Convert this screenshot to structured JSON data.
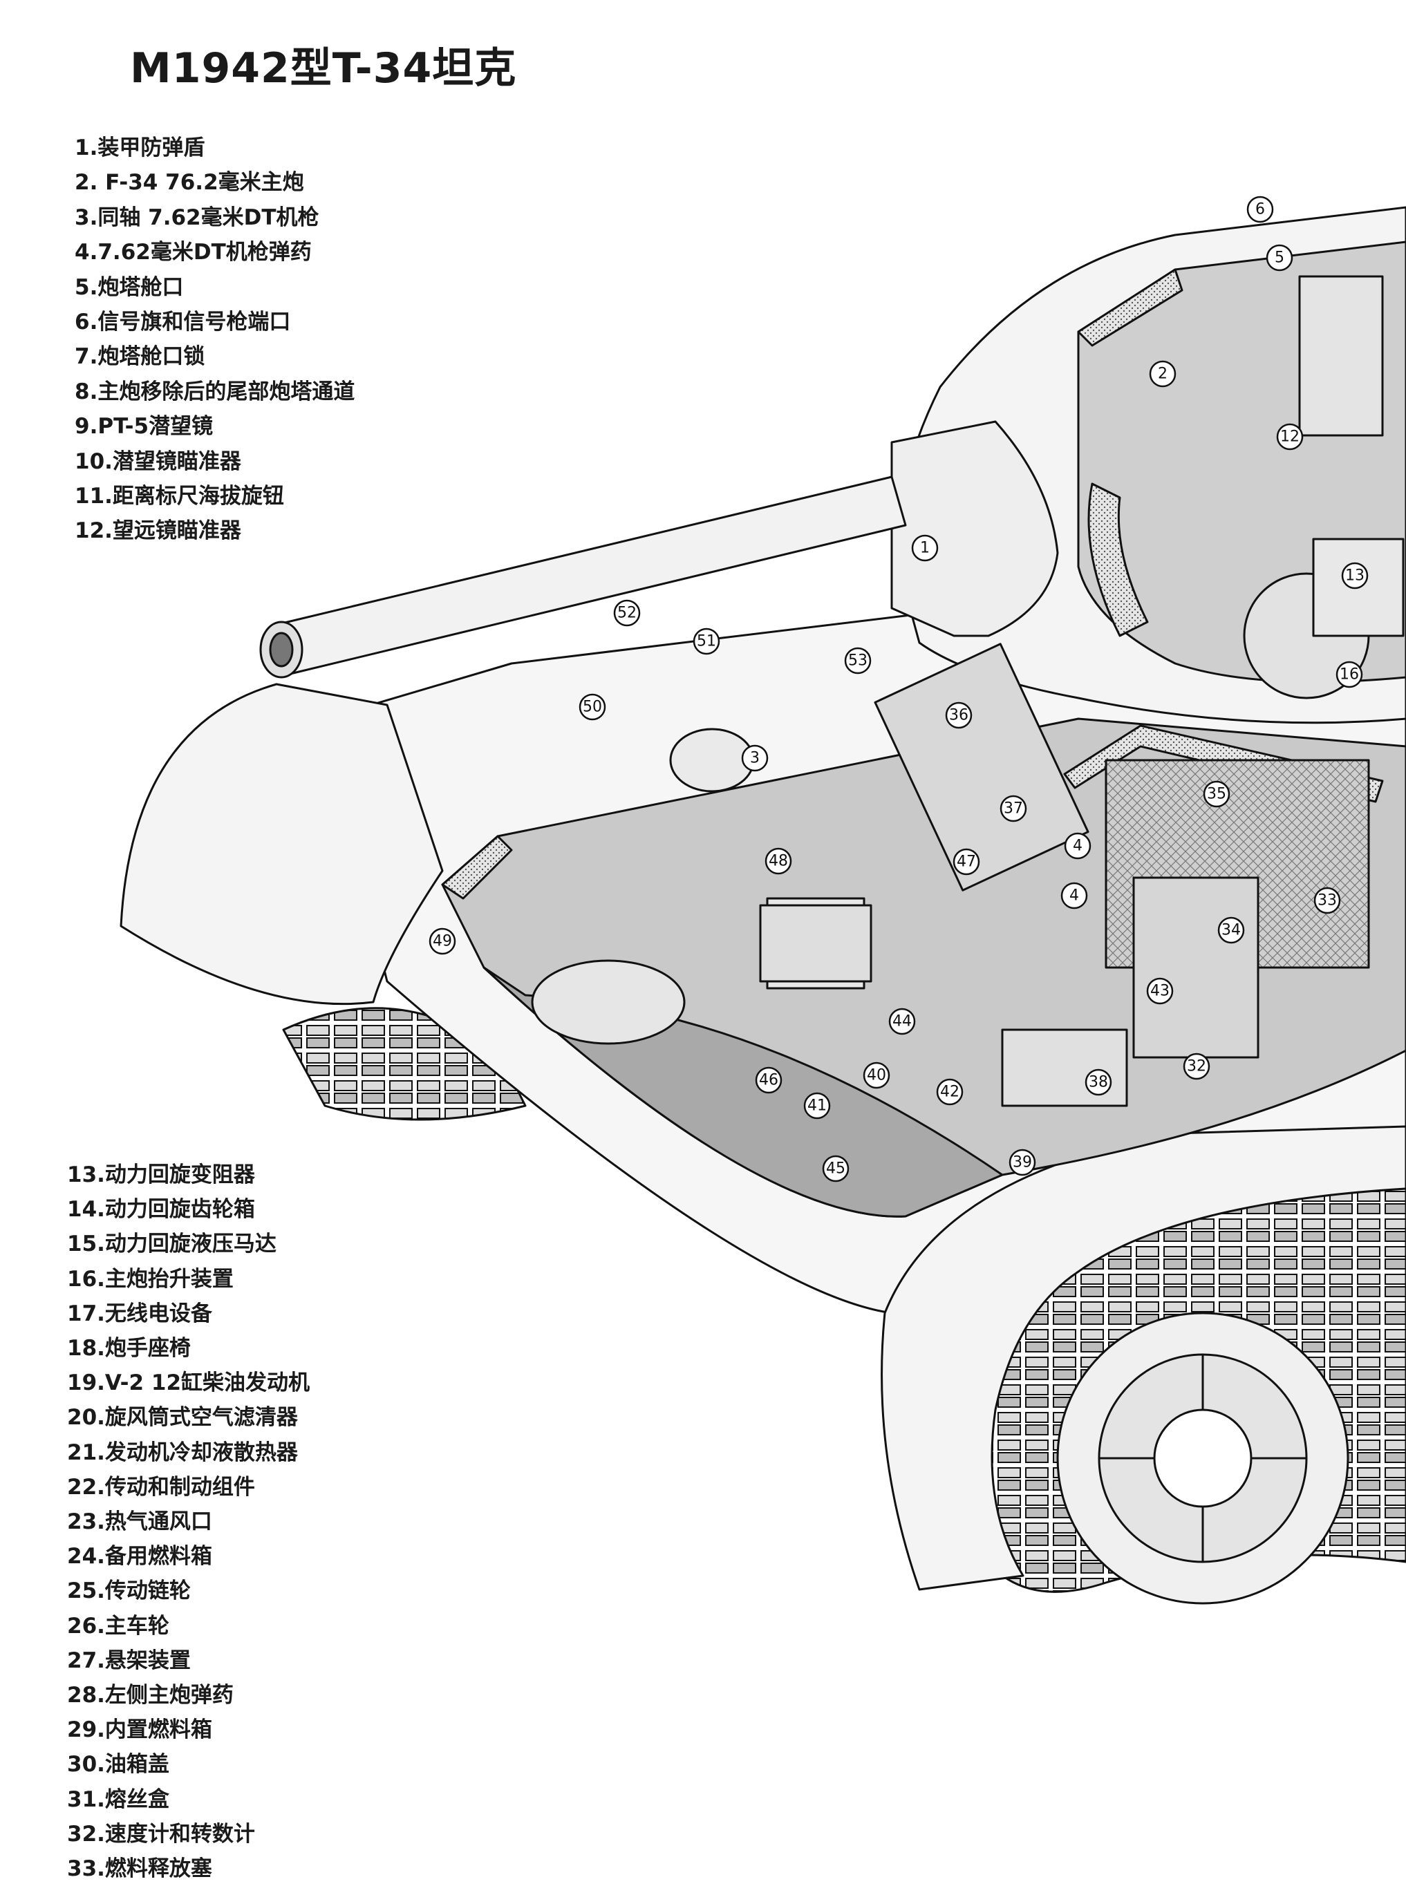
{
  "title": "M1942型T-34坦克",
  "legend_top": [
    "1.装甲防弹盾",
    "2. F-34 76.2毫米主炮",
    "3.同轴 7.62毫米DT机枪",
    "4.7.62毫米DT机枪弹药",
    "5.炮塔舱口",
    "6.信号旗和信号枪端口",
    "7.炮塔舱口锁",
    "8.主炮移除后的尾部炮塔通道",
    "9.PT-5潜望镜",
    "10.潜望镜瞄准器",
    "11.距离标尺海拔旋钮",
    "12.望远镜瞄准器"
  ],
  "legend_bottom": [
    "13.动力回旋变阻器",
    "14.动力回旋齿轮箱",
    "15.动力回旋液压马达",
    "16.主炮抬升装置",
    "17.无线电设备",
    "18.炮手座椅",
    "19.V-2 12缸柴油发动机",
    "20.旋风筒式空气滤清器",
    "21.发动机冷却液散热器",
    "22.传动和制动组件",
    "23.热气通风口",
    "24.备用燃料箱",
    "25.传动链轮",
    "26.主车轮",
    "27.悬架装置",
    "28.左侧主炮弹药",
    "29.内置燃料箱",
    "30.油箱盖",
    "31.熔丝盒",
    "32.速度计和转数计",
    "33.燃料释放塞"
  ],
  "callout_numbers": [
    "1",
    "2",
    "3",
    "4",
    "4",
    "5",
    "6",
    "12",
    "13",
    "16",
    "32",
    "33",
    "34",
    "35",
    "36",
    "37",
    "38",
    "39",
    "40",
    "41",
    "42",
    "43",
    "44",
    "45",
    "46",
    "47",
    "48",
    "49",
    "50",
    "51",
    "52",
    "53"
  ],
  "colors": {
    "line": "#111111",
    "fill_light": "#e8e8e8",
    "fill_dark": "#bdbdbd",
    "background": "#ffffff"
  }
}
